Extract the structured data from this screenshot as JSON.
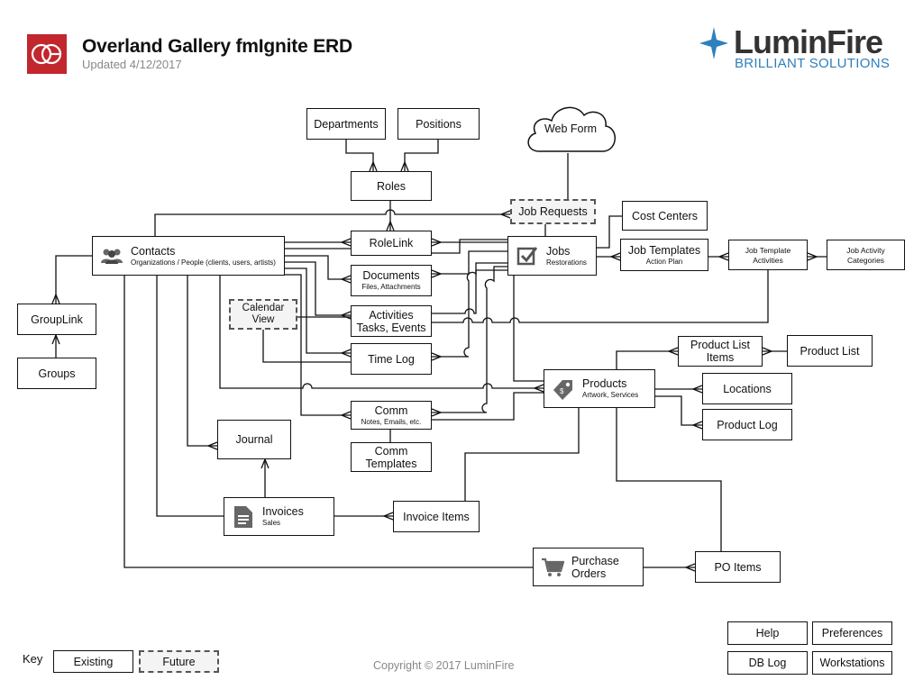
{
  "header": {
    "title": "Overland Gallery fmIgnite ERD",
    "subtitle": "Updated 4/12/2017",
    "logo_text": "OG",
    "brand_name": "LuminFire",
    "brand_tagline": "BRILLIANT SOLUTIONS",
    "logo_color": "#c1272d",
    "brand_accent": "#2e7fbd"
  },
  "entities": {
    "departments": {
      "title": "Departments"
    },
    "positions": {
      "title": "Positions"
    },
    "roles": {
      "title": "Roles"
    },
    "web_form": {
      "title": "Web Form"
    },
    "job_requests": {
      "title": "Job Requests"
    },
    "cost_centers": {
      "title": "Cost Centers"
    },
    "contacts": {
      "title": "Contacts",
      "subtitle": "Organizations / People (clients, users, artists)",
      "icon": "people-icon"
    },
    "rolelink": {
      "title": "RoleLink"
    },
    "jobs": {
      "title": "Jobs",
      "subtitle": "Restorations",
      "icon": "checkbox-icon"
    },
    "job_templates": {
      "title": "Job Templates",
      "subtitle": "Action Plan"
    },
    "job_template_activities": {
      "title": "Job Template",
      "title2": "Activities"
    },
    "job_activity_categories": {
      "title": "Job Activity",
      "title2": "Categories"
    },
    "grouplink": {
      "title": "GroupLink"
    },
    "groups": {
      "title": "Groups"
    },
    "documents": {
      "title": "Documents",
      "subtitle": "Files, Attachments"
    },
    "calendar_view": {
      "title": "Calendar",
      "title2": "View"
    },
    "activities": {
      "title": "Activities",
      "title2": "Tasks, Events"
    },
    "time_log": {
      "title": "Time Log"
    },
    "product_list_items": {
      "title": "Product List",
      "title2": "Items"
    },
    "product_list": {
      "title": "Product List"
    },
    "products": {
      "title": "Products",
      "subtitle": "Artwork, Services",
      "icon": "tag-icon"
    },
    "locations": {
      "title": "Locations"
    },
    "comm": {
      "title": "Comm",
      "subtitle": "Notes, Emails, etc."
    },
    "product_log": {
      "title": "Product Log"
    },
    "journal": {
      "title": "Journal"
    },
    "comm_templates": {
      "title": "Comm",
      "title2": "Templates"
    },
    "invoices": {
      "title": "Invoices",
      "subtitle": "Sales",
      "icon": "document-icon"
    },
    "invoice_items": {
      "title": "Invoice Items"
    },
    "purchase_orders": {
      "title": "Purchase",
      "title2": "Orders",
      "icon": "cart-icon"
    },
    "po_items": {
      "title": "PO Items"
    }
  },
  "key": {
    "label": "Key",
    "existing": "Existing",
    "future": "Future"
  },
  "footer": {
    "copyright": "Copyright © 2017 LuminFire"
  },
  "buttons": {
    "help": "Help",
    "preferences": "Preferences",
    "db_log": "DB Log",
    "workstations": "Workstations"
  }
}
